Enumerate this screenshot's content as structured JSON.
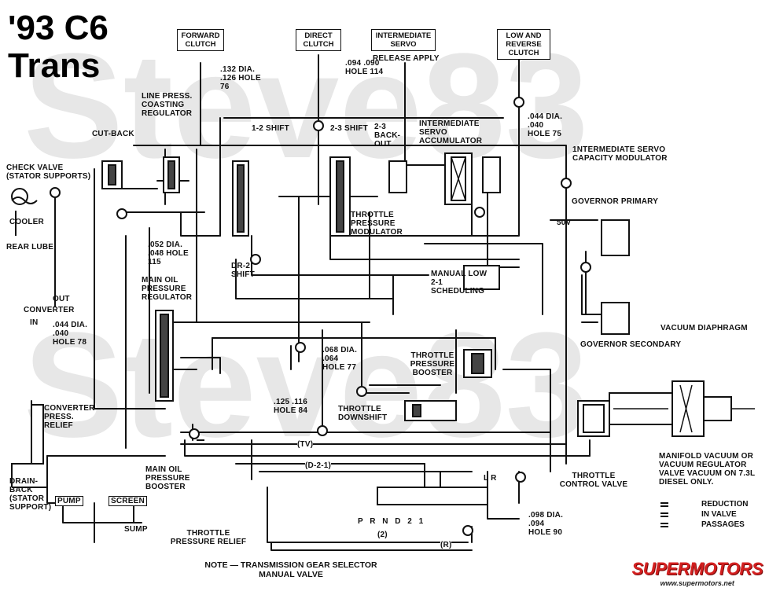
{
  "title": {
    "line1": "'93 C6",
    "line2": "Trans"
  },
  "watermark": "Steve83",
  "boxes": {
    "forward": "FORWARD CLUTCH",
    "direct": "DIRECT CLUTCH",
    "intermediate": "INTERMEDIATE SERVO",
    "release_apply": "RELEASE APPLY",
    "low_reverse": "LOW AND REVERSE CLUTCH"
  },
  "labels": {
    "hole76": ".132 DIA. .126 HOLE 76",
    "hole114": ".094 .090 HOLE 114",
    "line_press": "LINE PRESS. COASTING REGULATOR",
    "shift12": "1-2 SHIFT",
    "shift23": "2-3 SHIFT",
    "backout": "2-3 BACK- OUT",
    "int_accum": "INTERMEDIATE SERVO ACCUMULATOR",
    "hole75": ".044 DIA. .040 HOLE 75",
    "int_capacity": "1NTERMEDIATE SERVO CAPACITY MODULATOR",
    "cutback": "CUT-BACK",
    "check_valve": "CHECK VALVE (STATOR SUPPORTS)",
    "cooler": "COOLER",
    "rear_lube": "REAR LUBE",
    "hole115": ".052 DIA. .048 HOLE 115",
    "throttle_mod": "THROTTLE PRESSURE MODULATOR",
    "dr2": "DR-2 SHIFT",
    "governor_primary": "GOVERNOR PRIMARY",
    "sov": "50V",
    "main_oil_reg": "MAIN OIL PRESSURE REGULATOR",
    "manual_low": "MANUAL LOW 2-1 SCHEDULING",
    "out": "OUT",
    "converter": "CONVERTER",
    "in": "IN",
    "hole78": ".044 DIA. .040 HOLE 78",
    "hole77": ".068 DIA. .064 HOLE 77",
    "tp_booster": "THROTTLE PRESSURE BOOSTER",
    "governor_secondary": "GOVERNOR SECONDARY",
    "vacuum_diaphragm": "VACUUM DIAPHRAGM",
    "hole84": ".125 .116 HOLE 84",
    "throttle_downshift": "THROTTLE DOWNSHIFT",
    "converter_relief": "CONVERTER PRESS. RELIEF",
    "tv": "(TV)",
    "d21": "(D-2-1)",
    "main_oil_booster": "MAIN OIL PRESSURE BOOSTER",
    "drainback": "DRAIN-BACK (STATOR SUPPORT)",
    "pump": "PUMP",
    "screen": "SCREEN",
    "sump": "SUMP",
    "prnd21": "P R N D 2 1",
    "two": "(2)",
    "r": "(R)",
    "lr": "L R",
    "hole90": ".098 DIA. .094 HOLE 90",
    "throttle_relief": "THROTTLE PRESSURE RELIEF",
    "throttle_control": "THROTTLE CONTROL VALVE",
    "manifold": "MANIFOLD VACUUM OR VACUUM REGULATOR VALVE VACUUM ON 7.3L DIESEL ONLY.",
    "note": "NOTE — TRANSMISSION GEAR SELECTOR MANUAL VALVE"
  },
  "legend": [
    {
      "symbol": "=",
      "text": "REDUCTION"
    },
    {
      "symbol": "=",
      "text": "IN VALVE"
    },
    {
      "symbol": "=",
      "text": "PASSAGES"
    }
  ],
  "logo": {
    "brand": "SUPERMOTORS",
    "url": "www.supermotors.net",
    "color": "#d42020"
  }
}
